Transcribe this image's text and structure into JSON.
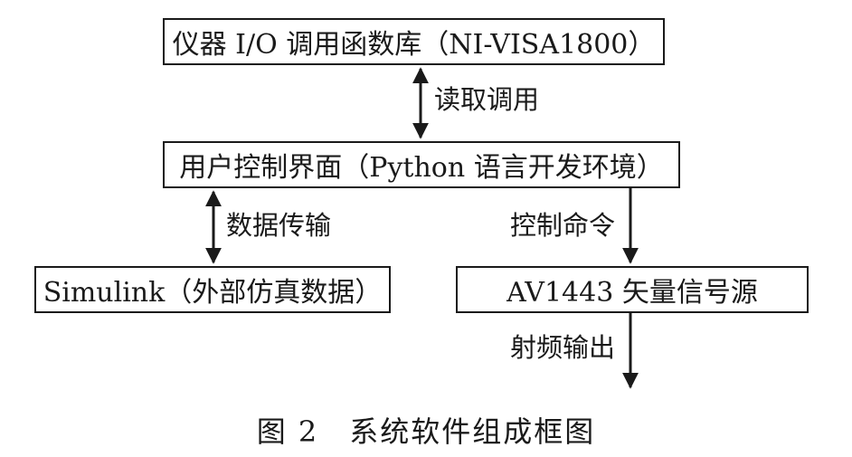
{
  "boxes": {
    "io_library": "仪器 I/O 调用函数库（NI-VISA1800）",
    "ui": "用户控制界面（Python 语言开发环境）",
    "simulink": "Simulink（外部仿真数据）",
    "signal_source": "AV1443 矢量信号源"
  },
  "arrow_labels": {
    "read_call": "读取调用",
    "data_transfer": "数据传输",
    "control_cmd": "控制命令",
    "rf_output": "射频输出"
  },
  "caption": "图 2　系统软件组成框图"
}
